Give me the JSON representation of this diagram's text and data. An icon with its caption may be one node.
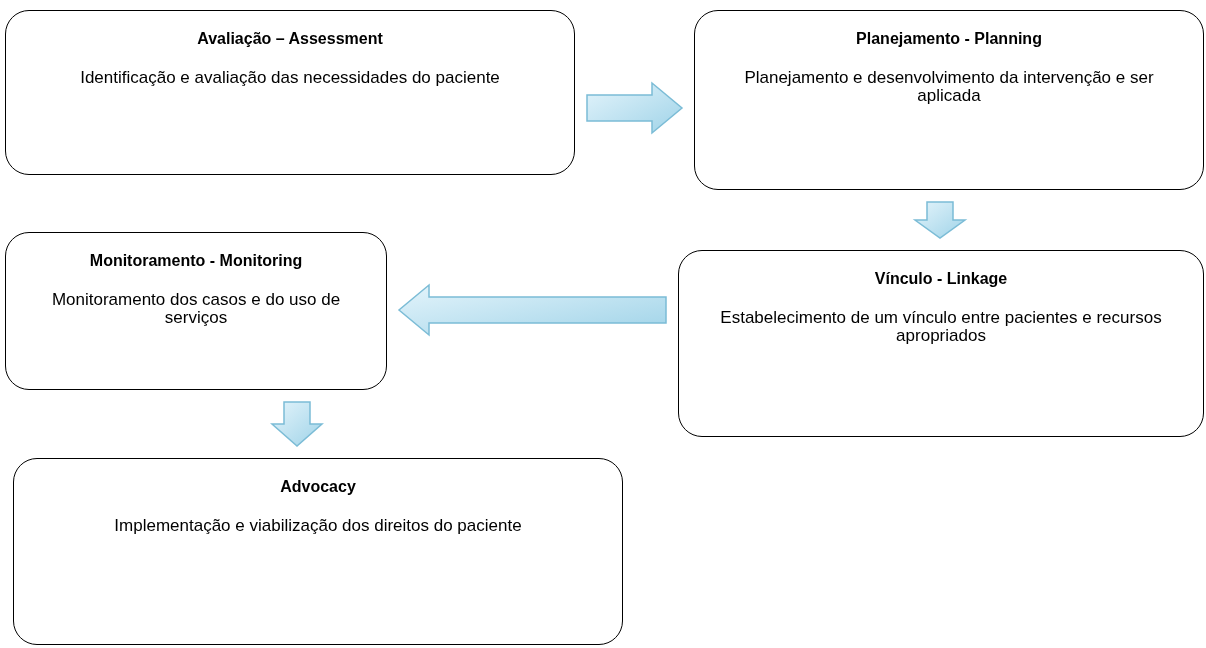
{
  "diagram": {
    "nodes": [
      {
        "text": [
          "Avaliação – Assessment",
          "Identificação e avaliação das necessidades do paciente"
        ]
      },
      {
        "text": [
          "Planejamento - Planning",
          "Planejamento e desenvolvimento da intervenção e ser aplicada"
        ]
      },
      {
        "text": [
          "Monitoramento - Monitoring",
          "Monitoramento dos casos e do uso de serviços"
        ]
      },
      {
        "text": [
          "Vínculo - Linkage",
          "Estabelecimento de um vínculo entre pacientes e recursos apropriados"
        ]
      },
      {
        "text": [
          "Advocacy",
          "Implementação e viabilização dos direitos do paciente"
        ]
      }
    ],
    "edges": [
      {
        "from": 0,
        "to": 1,
        "arrow": "to"
      },
      {
        "from": 1,
        "to": 3,
        "arrow": "to"
      },
      {
        "from": 3,
        "to": 2,
        "arrow": "to"
      },
      {
        "from": 2,
        "to": 4,
        "arrow": "to"
      }
    ]
  }
}
